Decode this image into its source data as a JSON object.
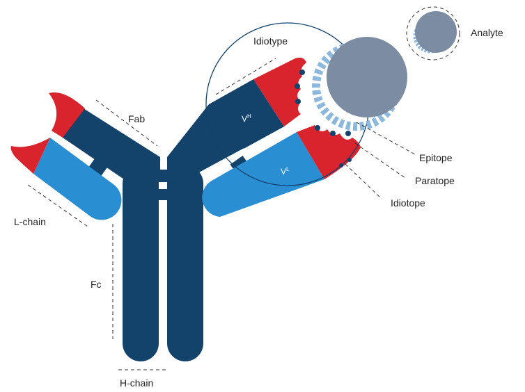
{
  "labels": {
    "fab": "Fab",
    "l_chain": "L-chain",
    "fc": "Fc",
    "h_chain": "H-chain",
    "idiotype": "Idiotype",
    "epitope": "Epitope",
    "paratope": "Paratope",
    "idiotope": "Idiotope",
    "analyte": "Analyte",
    "vh_base": "V",
    "vh_sup": "H",
    "vl_base": "V",
    "vl_sup": "L"
  },
  "colors": {
    "heavy_chain": "#13426b",
    "light_chain": "#2a8fd2",
    "variable_region": "#d9232d",
    "analyte": "#7b8ca3",
    "epitope_teeth": "#8cb8dd",
    "dots": "#13426b"
  }
}
